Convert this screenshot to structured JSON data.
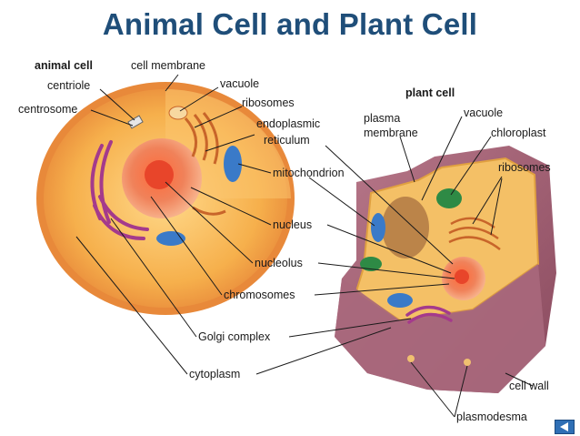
{
  "title": "Animal Cell and Plant Cell",
  "animal": {
    "heading": "animal cell",
    "labels": {
      "cell_membrane": "cell membrane",
      "centriole": "centriole",
      "centrosome": "centrosome",
      "vacuole": "vacuole",
      "ribosomes": "ribosomes",
      "er_line1": "endoplasmic",
      "er_line2": "reticulum",
      "mitochondrion": "mitochondrion",
      "nucleus": "nucleus",
      "nucleolus": "nucleolus",
      "chromosomes": "chromosomes",
      "golgi": "Golgi complex",
      "cytoplasm": "cytoplasm"
    }
  },
  "plant": {
    "heading": "plant cell",
    "labels": {
      "plasma_line1": "plasma",
      "plasma_line2": "membrane",
      "vacuole": "vacuole",
      "chloroplast": "chloroplast",
      "ribosomes": "ribosomes",
      "cell_wall": "cell wall",
      "plasmodesma": "plasmodesma"
    }
  },
  "colors": {
    "title": "#1f4e79",
    "cytoplasm": "#f6b04c",
    "membrane": "#e8893a",
    "cell_wall": "#9c5a6e",
    "nucleus": "#f0825a",
    "golgi": "#a43a8c",
    "mitochondria": "#3a7ac8",
    "chloroplast": "#2e8a45"
  },
  "nav": {
    "icon": "back-arrow-icon"
  }
}
